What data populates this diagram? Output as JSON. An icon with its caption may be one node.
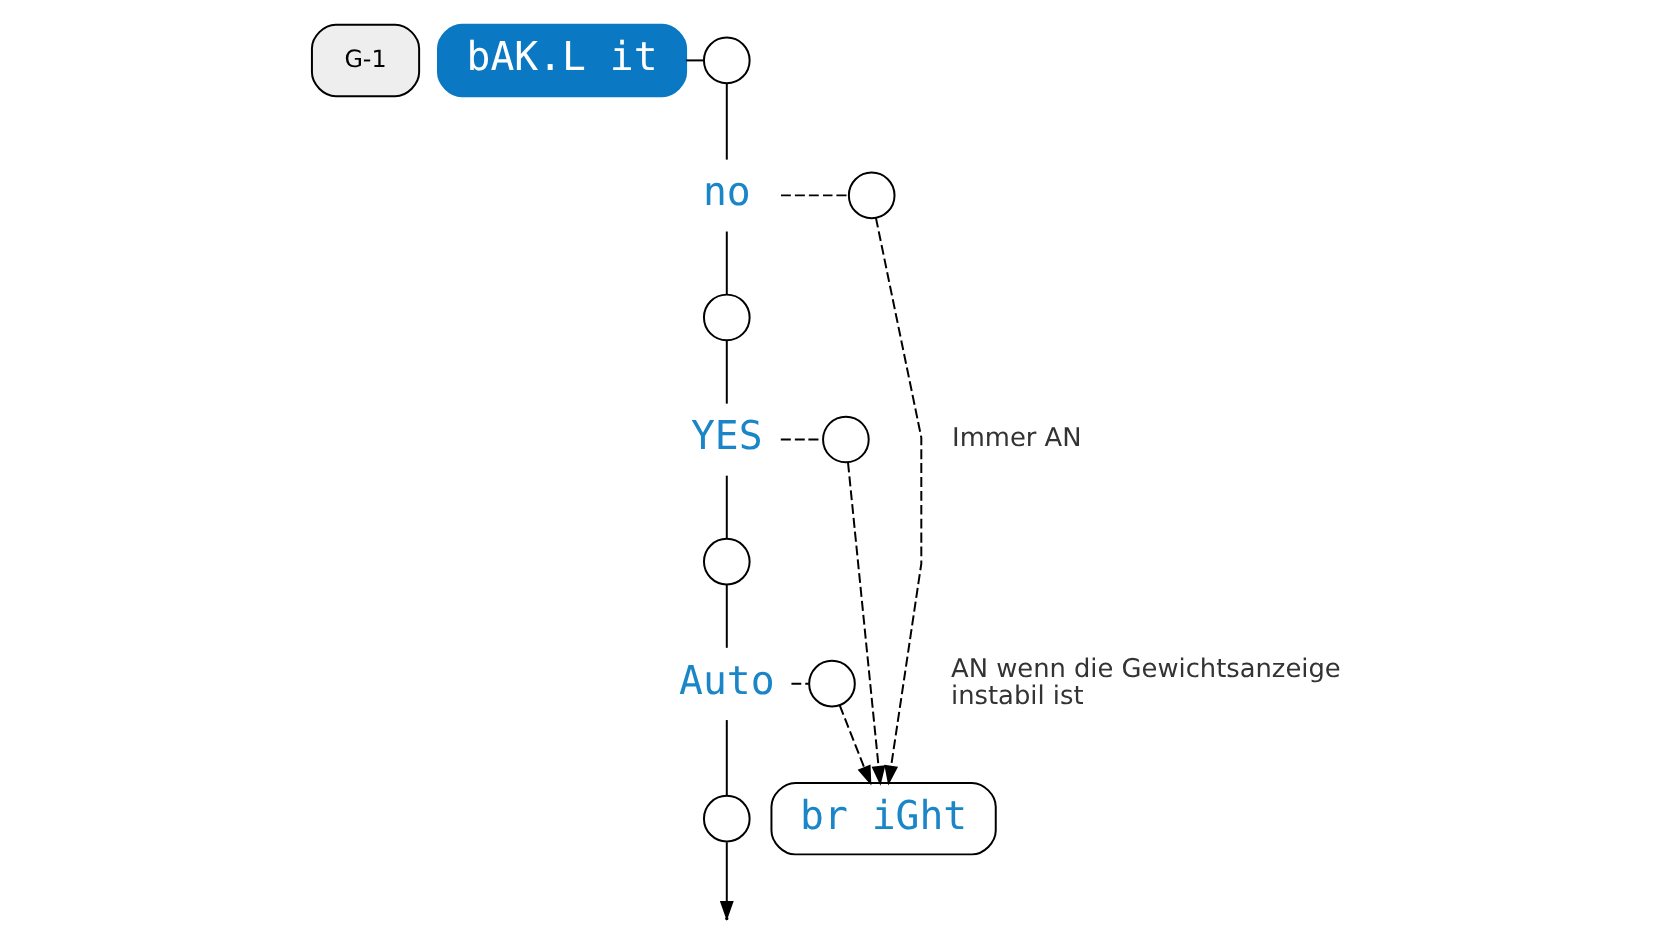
{
  "diagram": {
    "nodes": [
      {
        "text": [
          "G-1"
        ]
      },
      {
        "text": [
          "bAK.L it"
        ]
      },
      {
        "text": [],
        "shape": "circle"
      },
      {
        "text": [
          "no"
        ]
      },
      {
        "text": [],
        "shape": "circle"
      },
      {
        "text": [
          "YES"
        ]
      },
      {
        "text": [],
        "shape": "circle"
      },
      {
        "text": [
          "Auto"
        ]
      },
      {
        "text": [],
        "shape": "circle"
      },
      {
        "text": [],
        "shape": "circle"
      },
      {
        "text": [],
        "shape": "circle",
        "beside": [
          "Immer AN"
        ]
      },
      {
        "text": [],
        "shape": "circle",
        "beside": [
          "AN wenn die Gewichtsanzeige instabil ist"
        ]
      },
      {
        "text": [
          "br iGht"
        ]
      }
    ],
    "edges": [
      {
        "from": 1,
        "to": 2,
        "arrow": "none"
      },
      {
        "from": 2,
        "to": 3,
        "arrow": "none"
      },
      {
        "from": 3,
        "to": 4,
        "arrow": "none"
      },
      {
        "from": 4,
        "to": 5,
        "arrow": "none"
      },
      {
        "from": 5,
        "to": 6,
        "arrow": "none"
      },
      {
        "from": 6,
        "to": 7,
        "arrow": "none"
      },
      {
        "from": 7,
        "to": 8,
        "arrow": "none"
      },
      {
        "from": 8,
        "to": null,
        "arrow": "to"
      },
      {
        "from": 3,
        "to": 9,
        "arrow": "none",
        "style": "dashed"
      },
      {
        "from": 5,
        "to": 10,
        "arrow": "none",
        "style": "dashed"
      },
      {
        "from": 7,
        "to": 11,
        "arrow": "none",
        "style": "dashed"
      },
      {
        "from": 9,
        "to": 12,
        "arrow": "to",
        "style": "dashed"
      },
      {
        "from": 10,
        "to": 12,
        "arrow": "to",
        "style": "dashed"
      },
      {
        "from": 11,
        "to": 12,
        "arrow": "to",
        "style": "dashed"
      }
    ]
  }
}
